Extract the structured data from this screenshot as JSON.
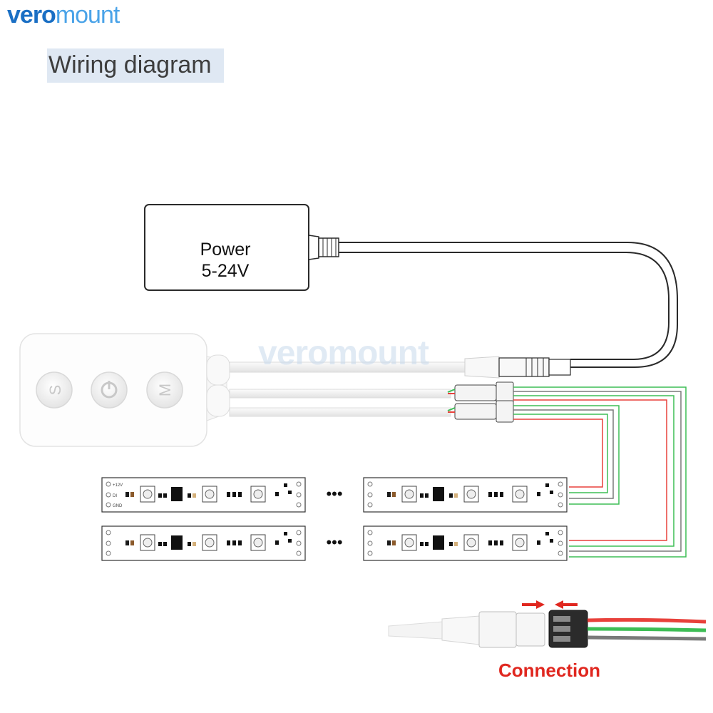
{
  "brand": {
    "part1": "vero",
    "part2": "mount"
  },
  "title": "Wiring diagram",
  "watermark": "veromount",
  "power": {
    "label": "Power",
    "voltage": "5-24V"
  },
  "controller": {
    "buttons": [
      "S",
      "⏻",
      "M"
    ]
  },
  "strip": {
    "pad_12v": "+12V",
    "pad_di": "DI",
    "pad_gnd": "GND"
  },
  "ellipsis": "•••",
  "connection_label": "Connection",
  "colors": {
    "wire_red": "#e8413b",
    "wire_green": "#3dbd55",
    "wire_gray": "#7a7a7a",
    "accent": "#e0271f"
  }
}
